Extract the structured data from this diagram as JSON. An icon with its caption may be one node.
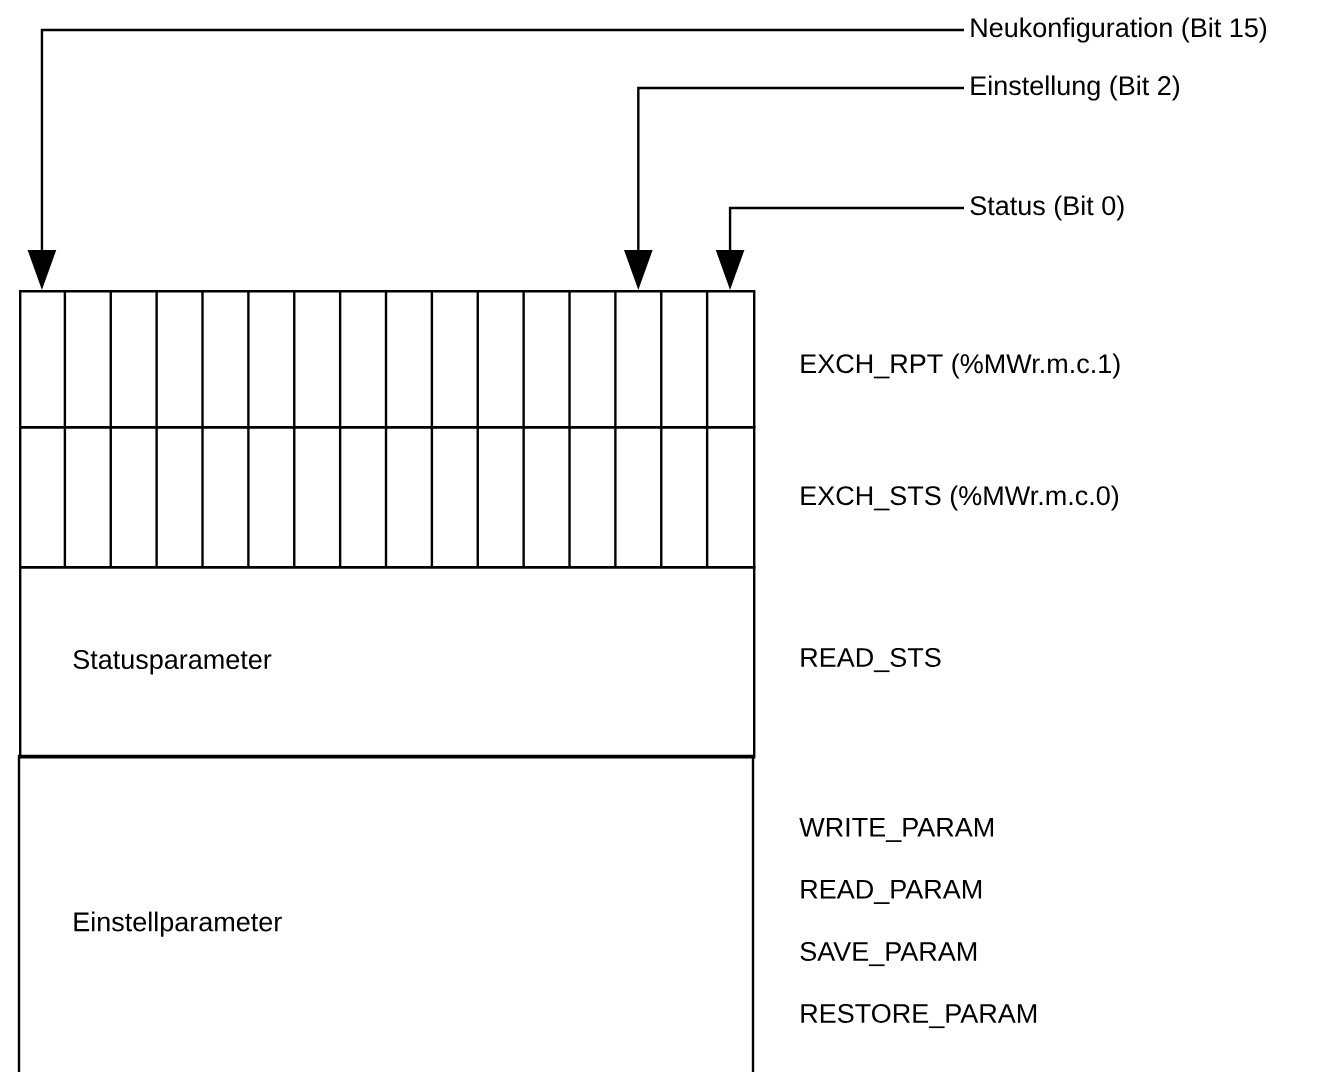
{
  "diagram": {
    "nodes": [
      {
        "text": [
          "Neukonfiguration (Bit 15)"
        ]
      },
      {
        "text": [
          "Einstellung (Bit 2)"
        ]
      },
      {
        "text": [
          "Status (Bit 0)"
        ]
      },
      {
        "text": [],
        "shape": "box",
        "beside": [
          "EXCH_RPT (%MWr.m.c.1)"
        ]
      },
      {
        "text": [],
        "shape": "box",
        "beside": [
          "EXCH_STS (%MWr.m.c.0)"
        ]
      },
      {
        "text": [
          "Statusparameter"
        ],
        "beside": [
          "READ_STS"
        ]
      },
      {
        "text": [
          "Einstellparameter"
        ],
        "beside": [
          "WRITE_PARAM",
          "READ_PARAM",
          "SAVE_PARAM",
          "RESTORE_PARAM"
        ]
      }
    ],
    "edges": [
      {
        "from": 0,
        "to": 3,
        "arrow": "to"
      },
      {
        "from": 1,
        "to": 3,
        "arrow": "to"
      },
      {
        "from": 2,
        "to": 3,
        "arrow": "to"
      }
    ]
  }
}
